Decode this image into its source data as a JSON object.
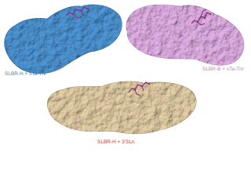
{
  "panels": [
    {
      "label": "SLBR-H + sTa-Thr",
      "surface_color": "#4f98d8",
      "label_color": "#3a7cc4"
    },
    {
      "label": "SLBR-B + sTa-Thr",
      "surface_color": "#e5b2e9",
      "label_color": "#b57fc0"
    },
    {
      "label": "SLBR-H + 3'SLn",
      "surface_color": "#e7d2a9",
      "label_color": "#d4312a"
    }
  ],
  "ligand_color": "#8a2f7f"
}
